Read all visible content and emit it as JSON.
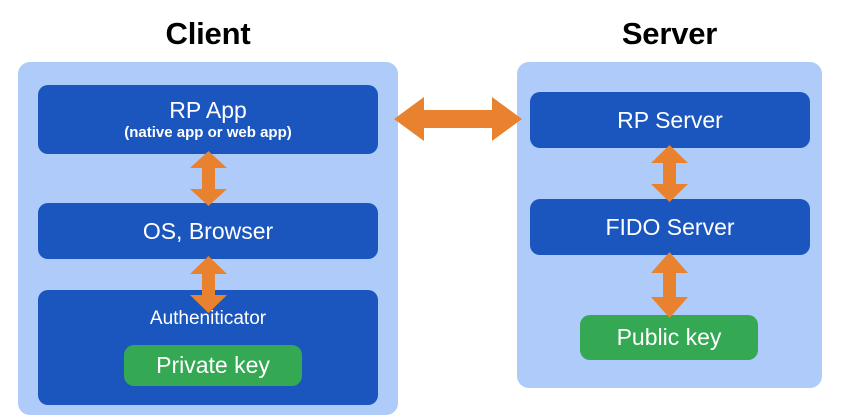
{
  "diagram": {
    "title": "FIDO / WebAuthn Client-Server architecture",
    "colors": {
      "panel_light_blue": "#aecbfa",
      "box_dark_blue": "#1a56bd",
      "chip_green": "#34a853",
      "arrow_orange": "#e8822f",
      "background": "#ffffff",
      "text_on_fill": "#ffffff",
      "heading_text": "#000000"
    }
  },
  "client": {
    "heading": "Client",
    "boxes": [
      {
        "title": "RP App",
        "subtitle": "(native app or web app)"
      },
      {
        "title": "OS, Browser",
        "subtitle": ""
      },
      {
        "title": "Autheniticator",
        "subtitle": ""
      }
    ],
    "chip": {
      "label": "Private key"
    }
  },
  "server": {
    "heading": "Server",
    "boxes": [
      {
        "title": "RP Server",
        "subtitle": ""
      },
      {
        "title": "FIDO Server",
        "subtitle": ""
      }
    ],
    "chip": {
      "label": "Public key"
    }
  },
  "arrows": [
    {
      "name": "client-server",
      "icon": "double-arrow-horizontal-icon",
      "from": "RP App",
      "to": "RP Server"
    },
    {
      "name": "rpapp-os",
      "icon": "double-arrow-vertical-icon",
      "from": "RP App",
      "to": "OS, Browser"
    },
    {
      "name": "os-authenticator",
      "icon": "double-arrow-vertical-icon",
      "from": "OS, Browser",
      "to": "Autheniticator"
    },
    {
      "name": "rpserver-fidoserver",
      "icon": "double-arrow-vertical-icon",
      "from": "RP Server",
      "to": "FIDO Server"
    },
    {
      "name": "fidoserver-publickey",
      "icon": "double-arrow-vertical-icon",
      "from": "FIDO Server",
      "to": "Public key"
    }
  ]
}
